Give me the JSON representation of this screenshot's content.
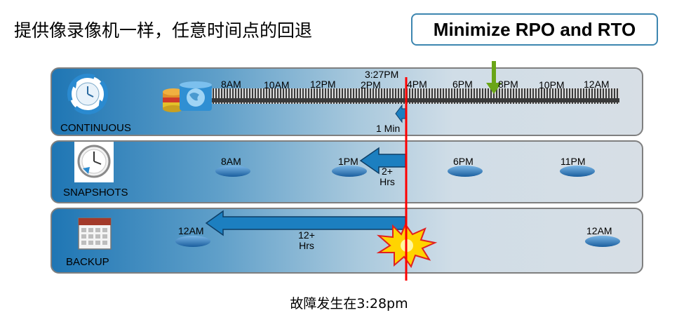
{
  "title": "提供像录像机一样，任意时间点的回退",
  "headline": "Minimize RPO and RTO",
  "continuous": {
    "label": "CONTINUOUS",
    "times": [
      "8AM",
      "10AM",
      "12PM",
      "2PM",
      "4PM",
      "6PM",
      "8PM",
      "10PM",
      "12AM"
    ],
    "marker": "3:27PM",
    "gap": "1 Min"
  },
  "snapshots": {
    "label": "SNAPSHOTS",
    "times": [
      "8AM",
      "1PM",
      "6PM",
      "11PM"
    ],
    "gap_value": "2+",
    "gap_unit": "Hrs"
  },
  "backup": {
    "label": "BACKUP",
    "times": [
      "12AM",
      "12AM"
    ],
    "gap_value": "12+",
    "gap_unit": "Hrs"
  },
  "failure": "故障发生在3:28pm",
  "colors": {
    "failure_line": "#ff0000",
    "arrow": "#1c7fc0",
    "pointer": "#6aa517",
    "disk": "#2f7fc4"
  }
}
